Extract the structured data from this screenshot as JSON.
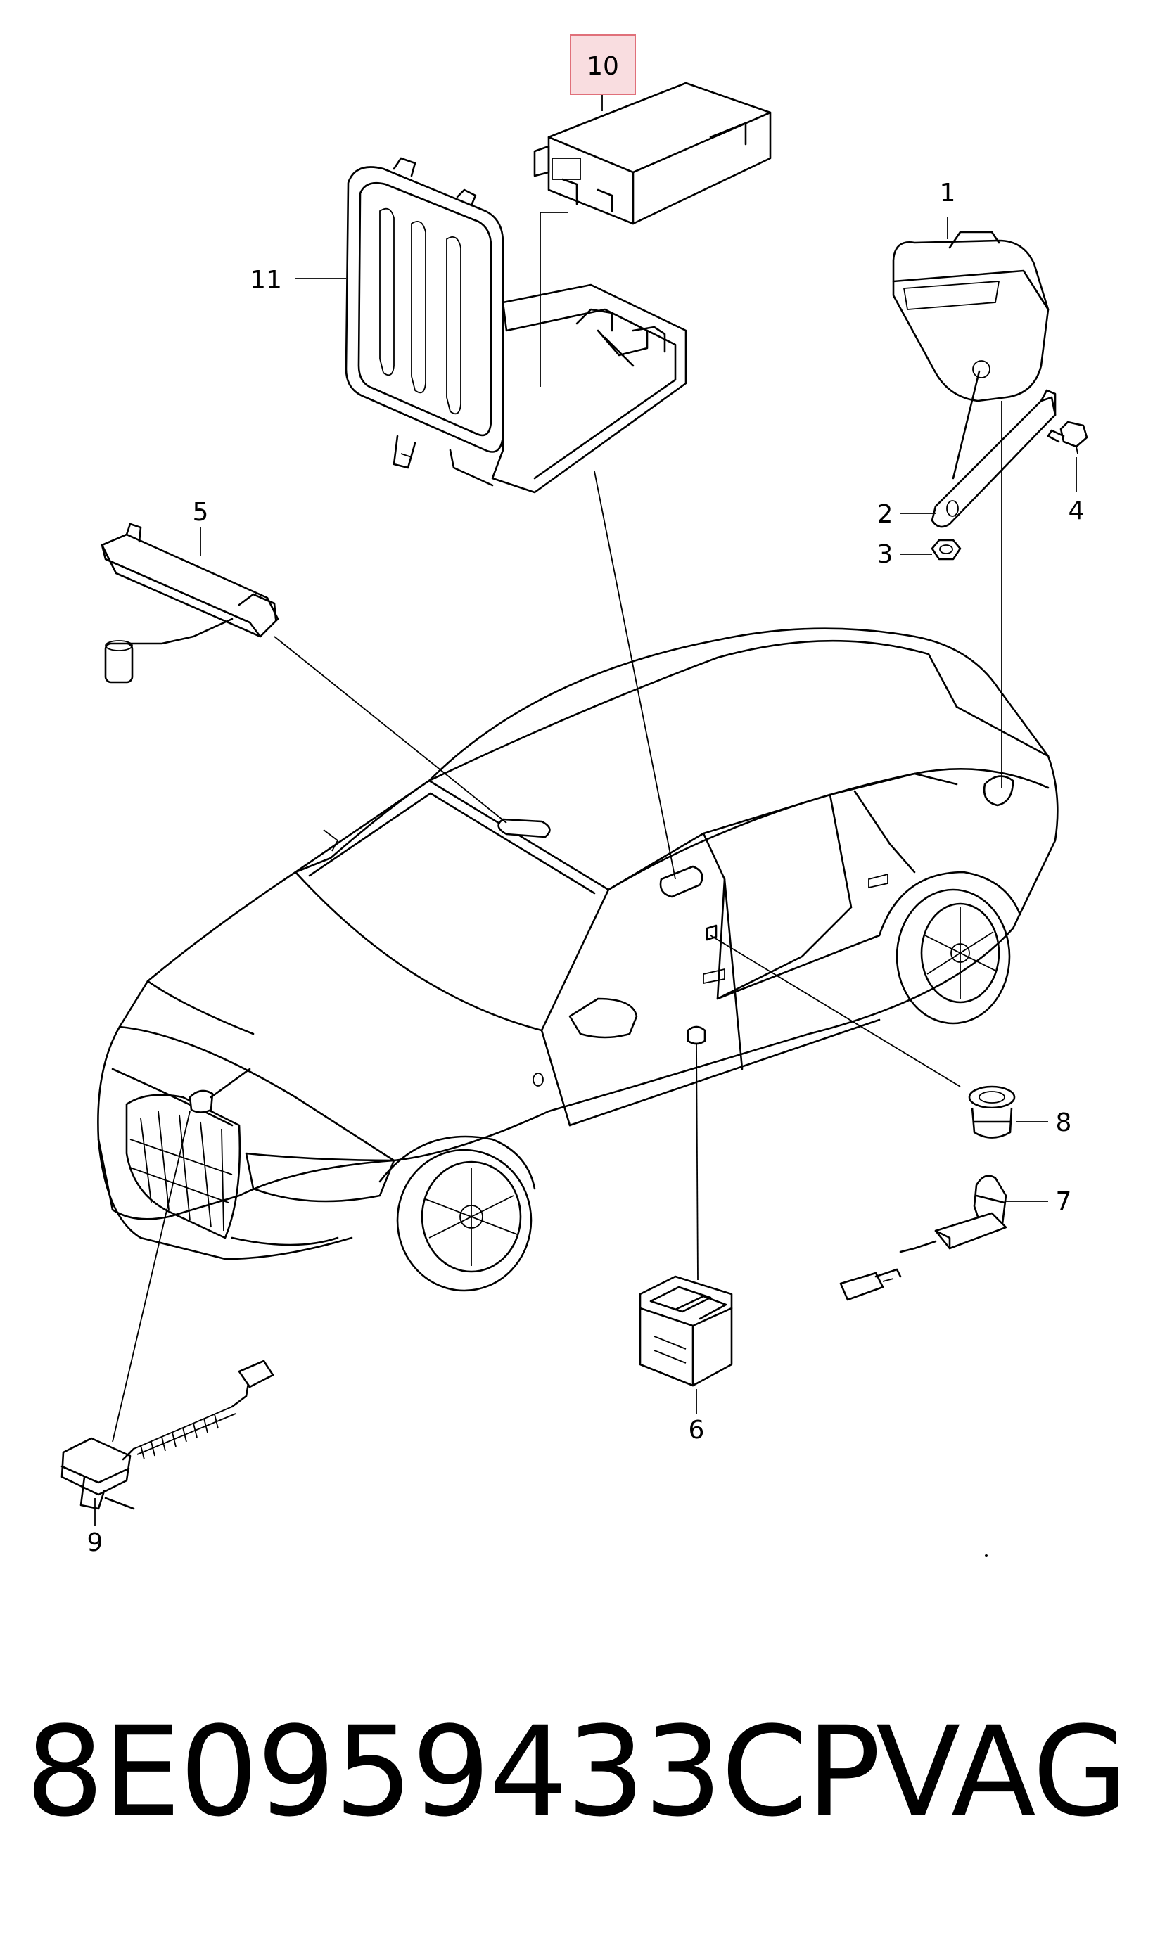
{
  "callouts": [
    {
      "id": "1",
      "label": "1"
    },
    {
      "id": "2",
      "label": "2"
    },
    {
      "id": "3",
      "label": "3"
    },
    {
      "id": "4",
      "label": "4"
    },
    {
      "id": "5",
      "label": "5"
    },
    {
      "id": "6",
      "label": "6"
    },
    {
      "id": "7",
      "label": "7"
    },
    {
      "id": "8",
      "label": "8"
    },
    {
      "id": "9",
      "label": "9"
    },
    {
      "id": "10",
      "label": "10",
      "highlighted": true
    },
    {
      "id": "11",
      "label": "11"
    }
  ],
  "highlight": {
    "callout": "10",
    "fill": "#f9dde0",
    "border": "#e0707a"
  },
  "footer": {
    "part_number": "8E0959433CP",
    "brand": "VAG"
  },
  "colors": {
    "line": "#000000",
    "background": "#ffffff"
  }
}
